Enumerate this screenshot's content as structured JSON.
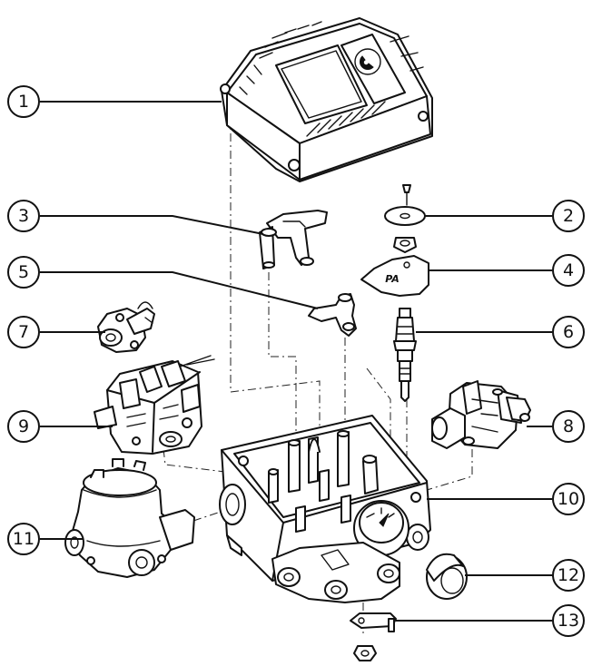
{
  "callouts": [
    {
      "number": "1"
    },
    {
      "number": "2"
    },
    {
      "number": "3"
    },
    {
      "number": "4"
    },
    {
      "number": "5"
    },
    {
      "number": "6"
    },
    {
      "number": "7"
    },
    {
      "number": "8"
    },
    {
      "number": "9"
    },
    {
      "number": "10"
    },
    {
      "number": "11"
    },
    {
      "number": "12"
    },
    {
      "number": "13"
    }
  ],
  "parts": {
    "part_4_label": "PA"
  }
}
